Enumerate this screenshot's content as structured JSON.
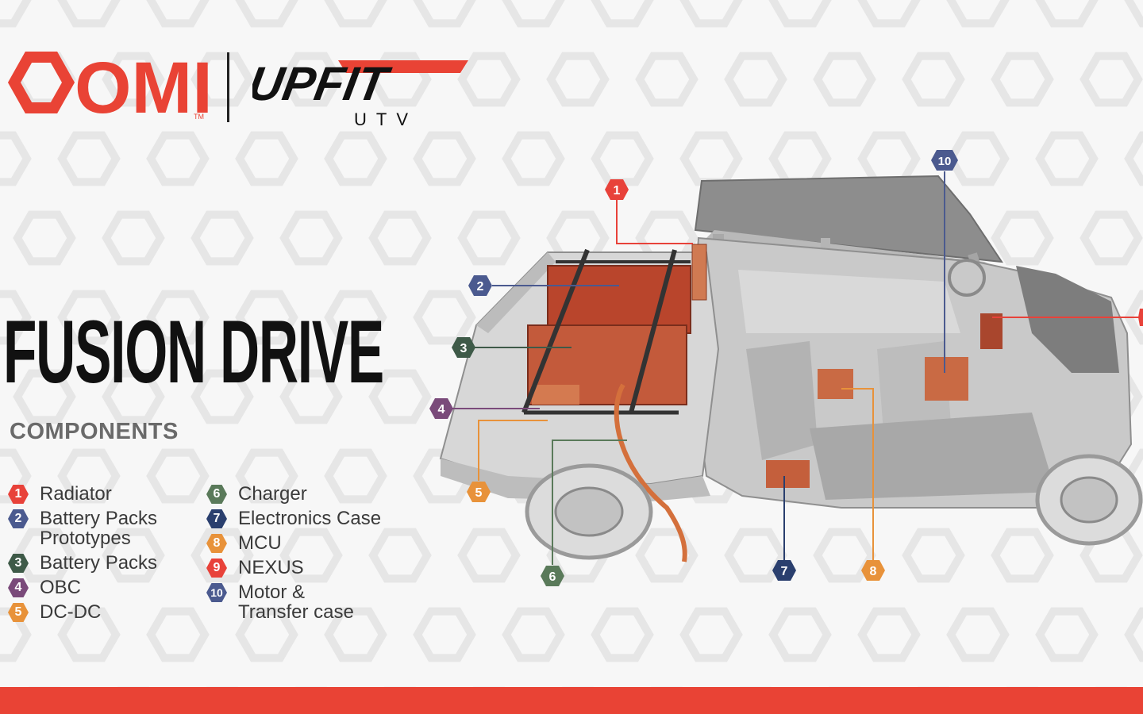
{
  "brand": {
    "omi_text": "OMI",
    "omi_tm": "TM",
    "upfit_text": "UPFIT",
    "upfit_sub": "UTV"
  },
  "title": "FUSION DRIVE",
  "subtitle": "COMPONENTS",
  "legend": [
    {
      "num": "1",
      "label": "Radiator",
      "color": "#e8423a"
    },
    {
      "num": "2",
      "label": "Battery Packs\nPrototypes",
      "color": "#4b5a8f"
    },
    {
      "num": "3",
      "label": "Battery Packs",
      "color": "#3e5a48"
    },
    {
      "num": "4",
      "label": "OBC",
      "color": "#7a4a7a"
    },
    {
      "num": "5",
      "label": "DC-DC",
      "color": "#e8923a"
    },
    {
      "num": "6",
      "label": "Charger",
      "color": "#5a7a5a"
    },
    {
      "num": "7",
      "label": "Electronics Case",
      "color": "#2a3f6e"
    },
    {
      "num": "8",
      "label": "MCU",
      "color": "#e8923a"
    },
    {
      "num": "9",
      "label": "NEXUS",
      "color": "#e8423a"
    },
    {
      "num": "10",
      "label": "Motor &\nTransfer case",
      "color": "#4b5a8f"
    }
  ],
  "colors": {
    "brand_red": "#e94335",
    "component_orange": "#c8572e",
    "vehicle_gray": "#9a9a9a",
    "footer_bar": "#e94335"
  }
}
